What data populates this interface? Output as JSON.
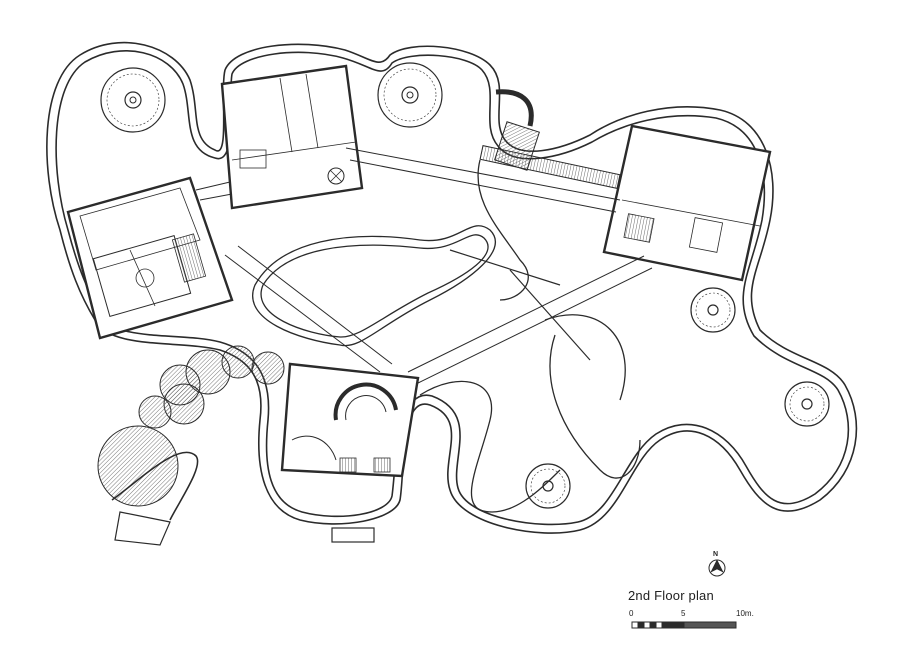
{
  "plan": {
    "title": "2nd Floor plan",
    "scale_labels": [
      "0",
      "5",
      "10m."
    ],
    "north_label": "N",
    "colors": {
      "line": "#2b2b2b",
      "hatch": "#555555",
      "paper": "#ffffff"
    }
  }
}
